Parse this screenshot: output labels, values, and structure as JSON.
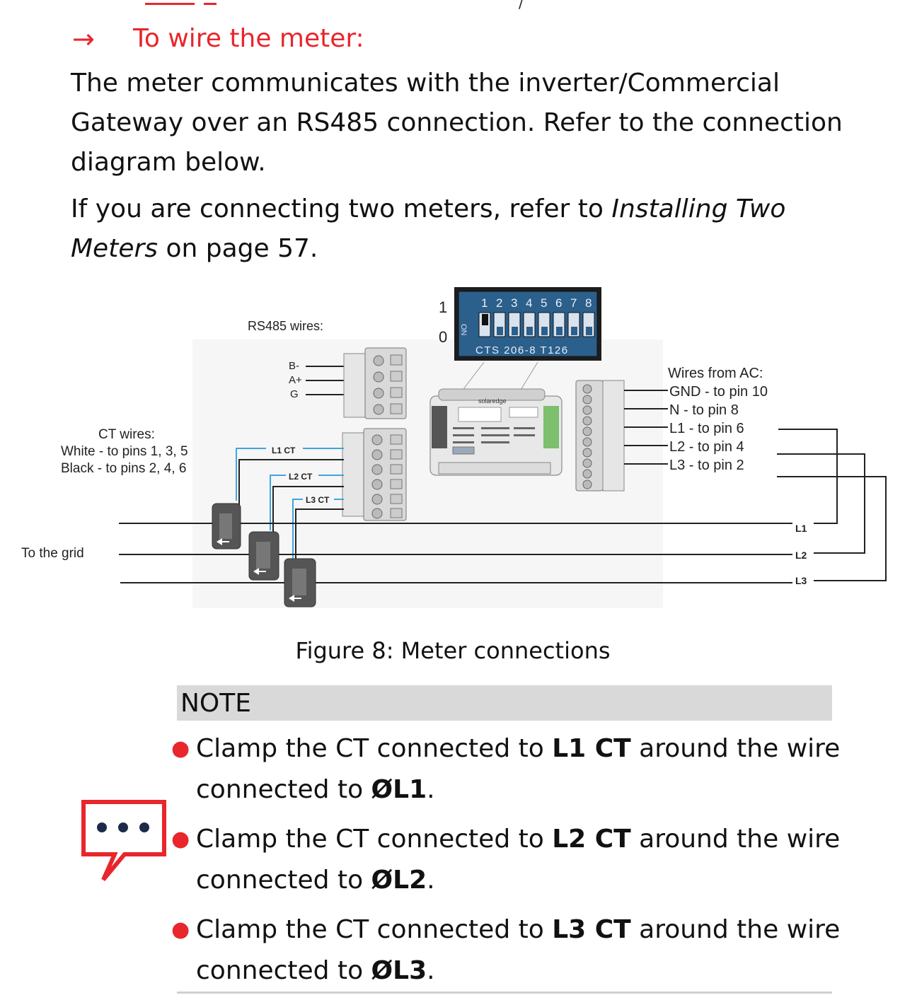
{
  "heading": {
    "arrow": "→",
    "text": "To wire the meter:"
  },
  "para1": "The meter communicates with the inverter/Commercial Gateway over an RS485 connection. Refer to the connection diagram below.",
  "para2": {
    "before": "If you are connecting two meters, refer to ",
    "link": "Installing Two Meters",
    "after": " on page 57."
  },
  "figure": {
    "rs485_label": "RS485 wires:",
    "rs485_pins": [
      "B-",
      "A+",
      "G"
    ],
    "dip": {
      "one": "1",
      "zero": "0",
      "on": "ON",
      "numbers": [
        "1",
        "2",
        "3",
        "4",
        "5",
        "6",
        "7",
        "8"
      ],
      "model": "CTS 206-8 T126"
    },
    "ct_wires": [
      "CT wires:",
      "White - to pins 1, 3, 5",
      "Black - to pins 2, 4, 6"
    ],
    "ct_labels": [
      "L1 CT",
      "L2 CT",
      "L3 CT"
    ],
    "ac_wires": [
      "Wires from AC:",
      "GND - to pin 10",
      "N - to pin 8",
      "L1 - to pin 6",
      "L2 - to pin 4",
      "L3 - to pin 2"
    ],
    "grid_label": "To the grid",
    "lines": [
      "L1",
      "L2",
      "L3"
    ],
    "meter_brand": "solaredge"
  },
  "caption": "Figure 8: Meter connections",
  "note": {
    "title": "NOTE",
    "items": [
      {
        "pre": "Clamp the CT connected to ",
        "ct": "L1 CT",
        "mid": " around the wire connected to ",
        "phase": "ØL1",
        "post": "."
      },
      {
        "pre": "Clamp the CT connected to ",
        "ct": "L2 CT",
        "mid": " around the wire connected to ",
        "phase": "ØL2",
        "post": "."
      },
      {
        "pre": "Clamp the CT connected to ",
        "ct": "L3 CT",
        "mid": " around the wire connected to ",
        "phase": "ØL3",
        "post": "."
      }
    ]
  },
  "colors": {
    "accent": "#e8262c",
    "note_bg": "#d9d9d9",
    "wire_blue": "#3ea5dd"
  }
}
